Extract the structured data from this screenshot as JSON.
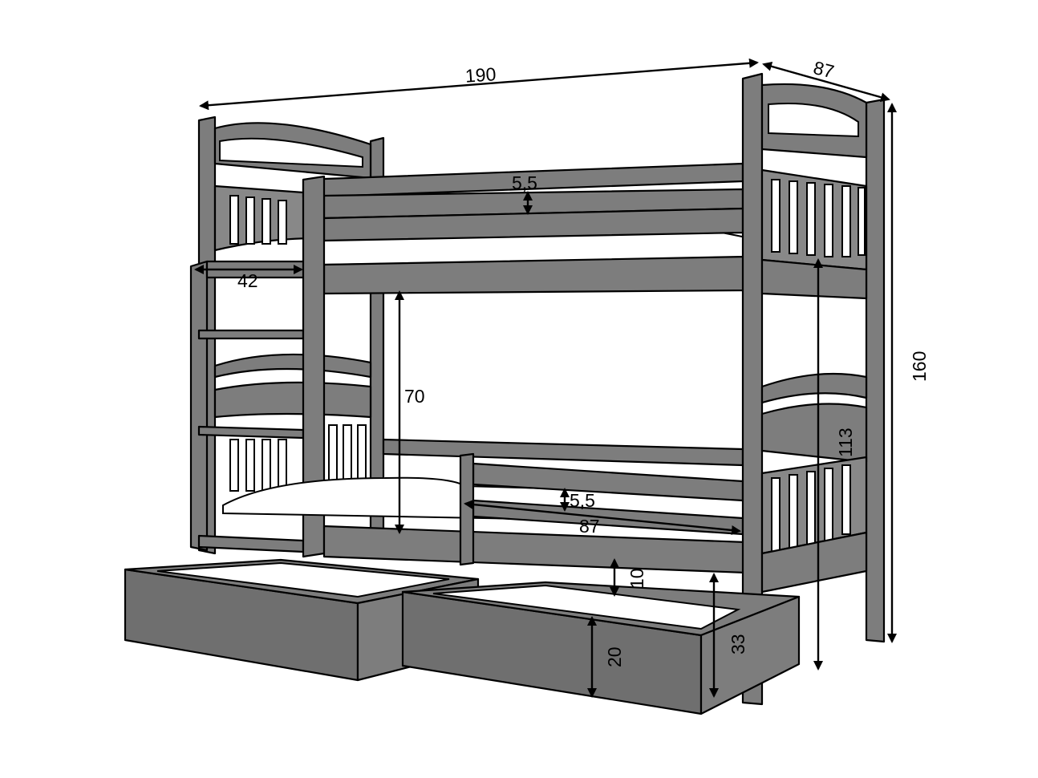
{
  "dimensions": {
    "length": "190",
    "depth": "87",
    "height": "160",
    "guard_rail_gap": "5,5",
    "ladder_width": "42",
    "top_clearance": "70",
    "lower_rail_gap": "5,5",
    "mattress_width": "87",
    "floor_clearance": "10",
    "drawer_height": "20",
    "drawer_total_height": "33",
    "top_bunk_height": "113"
  },
  "colors": {
    "wood": "#7d7d7d",
    "outline": "#000000",
    "mattress": "#ffffff"
  }
}
